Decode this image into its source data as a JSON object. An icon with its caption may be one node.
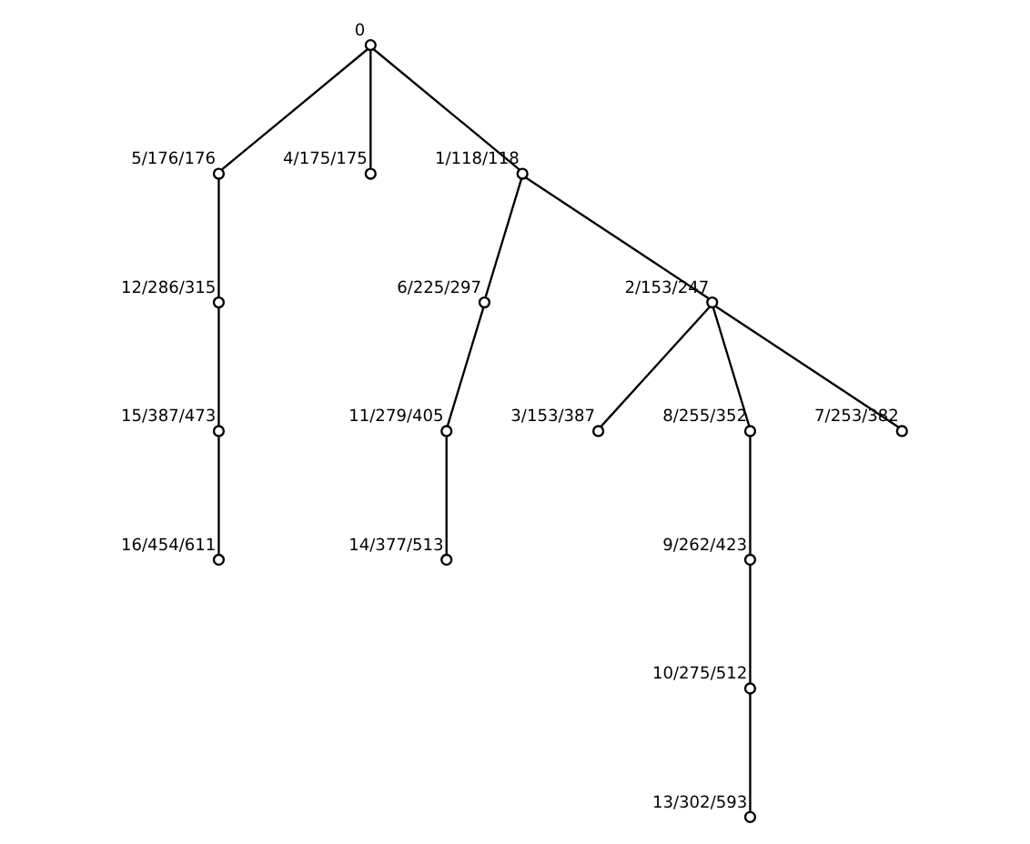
{
  "diagram": {
    "nodes": [
      {
        "text": [],
        "shape": "circle",
        "beside": [
          "12/286/315"
        ]
      },
      {
        "text": [],
        "shape": "circle",
        "beside": [
          "15/387/473"
        ]
      },
      {
        "text": [],
        "shape": "circle",
        "beside": [
          "5/176/176"
        ]
      },
      {
        "text": [],
        "shape": "circle",
        "beside": [
          "16/454/611"
        ]
      },
      {
        "text": [],
        "shape": "circle",
        "beside": [
          "4/175/175"
        ]
      },
      {
        "text": [],
        "shape": "circle",
        "beside": [
          "6/225/297"
        ]
      },
      {
        "text": [],
        "shape": "circle",
        "beside": [
          "0"
        ]
      },
      {
        "text": [],
        "shape": "circle",
        "beside": [
          "11/279/405"
        ]
      },
      {
        "text": [],
        "shape": "circle",
        "beside": [
          "1/118/118"
        ]
      },
      {
        "text": [],
        "shape": "circle",
        "beside": [
          "14/377/513"
        ]
      },
      {
        "text": [],
        "shape": "circle",
        "beside": [
          "3/153/387"
        ]
      },
      {
        "text": [],
        "shape": "circle",
        "beside": [
          "13/302/593"
        ]
      },
      {
        "text": [],
        "shape": "circle",
        "beside": [
          "2/153/247"
        ]
      },
      {
        "text": [],
        "shape": "circle",
        "beside": [
          "10/275/512"
        ]
      },
      {
        "text": [],
        "shape": "circle",
        "beside": [
          "9/262/423"
        ]
      },
      {
        "text": [],
        "shape": "circle",
        "beside": [
          "8/255/352"
        ]
      },
      {
        "text": [],
        "shape": "circle",
        "beside": [
          "7/253/382"
        ]
      }
    ],
    "edges": [
      {
        "from": 6,
        "to": 4,
        "arrow": "none"
      },
      {
        "from": 6,
        "to": 2,
        "arrow": "none"
      },
      {
        "from": 2,
        "to": 0,
        "arrow": "none"
      },
      {
        "from": 0,
        "to": 1,
        "arrow": "none"
      },
      {
        "from": 1,
        "to": 3,
        "arrow": "none"
      },
      {
        "from": 6,
        "to": 8,
        "arrow": "none"
      },
      {
        "from": 8,
        "to": 5,
        "arrow": "none"
      },
      {
        "from": 5,
        "to": 7,
        "arrow": "none"
      },
      {
        "from": 7,
        "to": 9,
        "arrow": "none"
      },
      {
        "from": 8,
        "to": 12,
        "arrow": "none"
      },
      {
        "from": 12,
        "to": 10,
        "arrow": "none"
      },
      {
        "from": 12,
        "to": 16,
        "arrow": "none"
      },
      {
        "from": 12,
        "to": 15,
        "arrow": "none"
      },
      {
        "from": 15,
        "to": 14,
        "arrow": "none"
      },
      {
        "from": 14,
        "to": 13,
        "arrow": "none"
      },
      {
        "from": 13,
        "to": 11,
        "arrow": "none"
      }
    ]
  }
}
